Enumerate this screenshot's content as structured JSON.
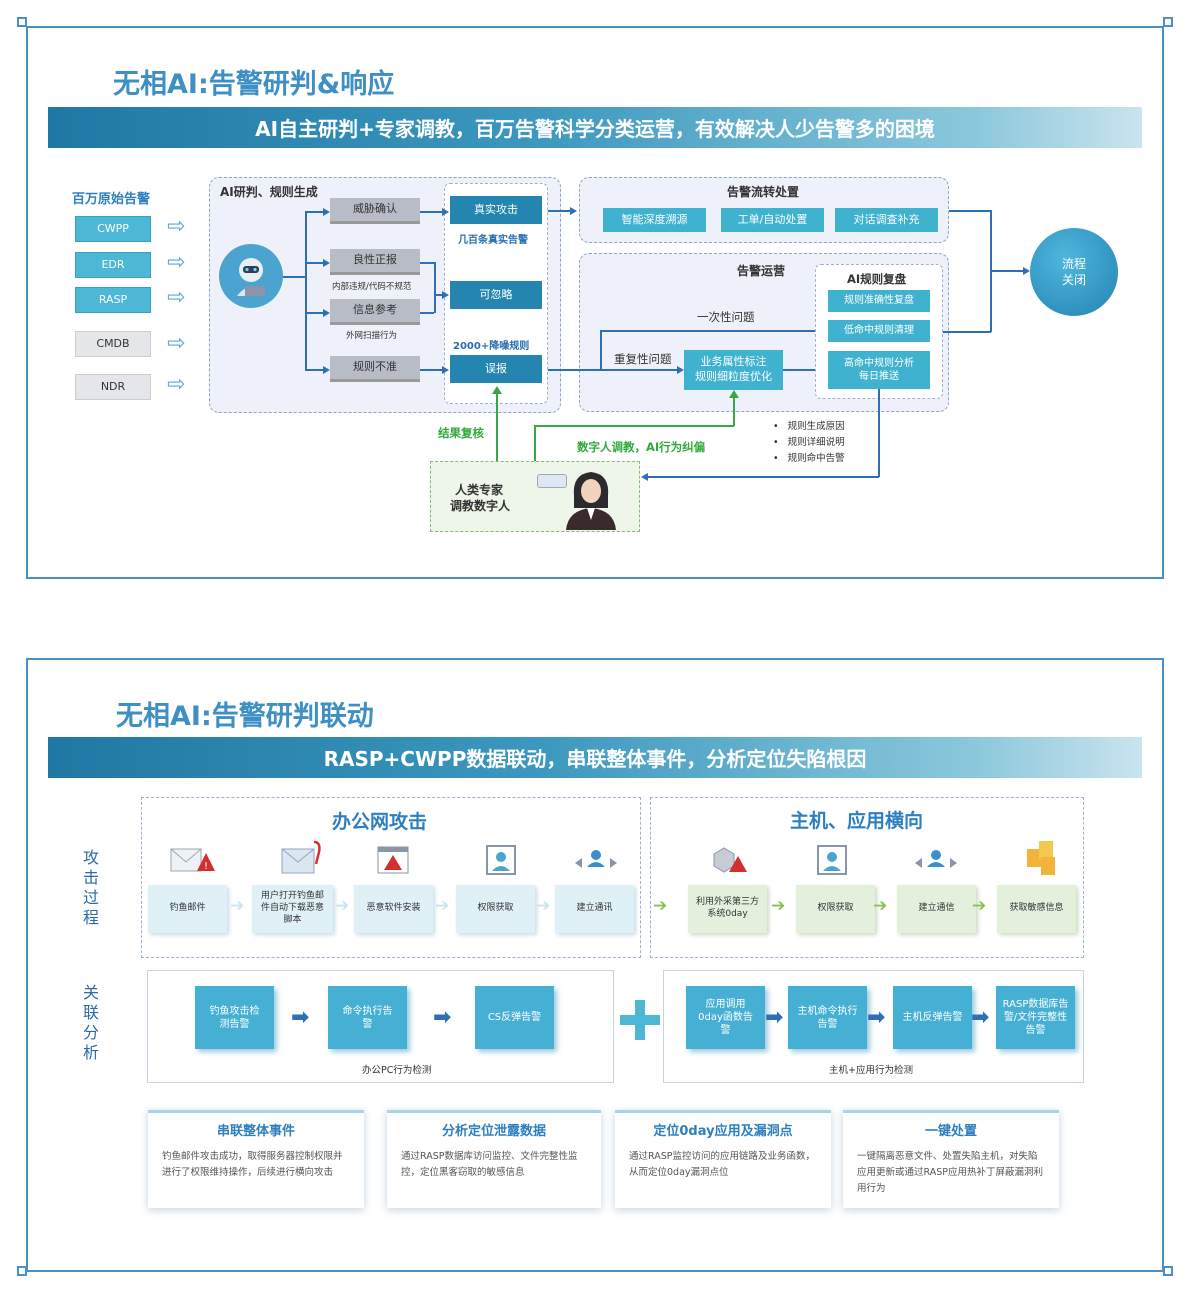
{
  "slide1": {
    "title": "无相AI:告警研判&响应",
    "banner": "AI自主研判+专家调教，百万告警科学分类运营，有效解决人少告警多的困境",
    "sources_label": "百万原始告警",
    "sources": [
      "CWPP",
      "EDR",
      "RASP",
      "CMDB",
      "NDR"
    ],
    "ai_box_title": "AI研判、规则生成",
    "judge": {
      "threat_confirm": "威胁确认",
      "benign_positive": "良性正报",
      "benign_note": "内部违规/代码不规范",
      "info_ref": "信息参考",
      "info_note": "外网扫描行为",
      "rule_inaccurate": "规则不准"
    },
    "results": {
      "real_attack": "真实攻击",
      "real_count": "几百条真实告警",
      "ignorable": "可忽略",
      "rules_note": "2000+降噪规则",
      "false_report": "误报"
    },
    "flow_box": {
      "title": "告警流转处置",
      "items": [
        "智能深度溯源",
        "工单/自动处置",
        "对话调查补充"
      ]
    },
    "ops_box": {
      "title": "告警运营",
      "one_time": "一次性问题",
      "repeat": "重复性问题",
      "biz_tag": "业务属性标注",
      "rule_opt": "规则细粒度优化"
    },
    "review_box": {
      "title": "AI规则复盘",
      "items": [
        "规则准确性复盘",
        "低命中规则清理",
        "高命中规则分析",
        "每日推送"
      ]
    },
    "closed": [
      "流程",
      "关闭"
    ],
    "bullets": [
      "规则生成原因",
      "规则详细说明",
      "规则命中告警"
    ],
    "result_review": "结果复核",
    "digital_tune": "数字人调教，AI行为纠偏",
    "expert": [
      "人类专家",
      "调教数字人"
    ]
  },
  "slide2": {
    "title": "无相AI:告警研判联动",
    "banner": "RASP+CWPP数据联动，串联整体事件，分析定位失陷根因",
    "row_label_1": "攻击过程",
    "row_label_2": "关联分析",
    "office_title": "办公网攻击",
    "host_title": "主机、应用横向",
    "office_steps": [
      "钓鱼邮件",
      "用户打开钓鱼邮件自动下载恶意脚本",
      "恶意软件安装",
      "权限获取",
      "建立通讯"
    ],
    "host_steps": [
      "利用外采第三方系统0day",
      "权限获取",
      "建立通信",
      "获取敏感信息"
    ],
    "office_alerts": [
      "钓鱼攻击检测告警",
      "命令执行告警",
      "CS反弹告警"
    ],
    "office_caption": "办公PC行为检测",
    "host_alerts": [
      "应用调用0day函数告警",
      "主机命令执行告警",
      "主机反弹告警",
      "RASP数据库告警/文件完整性告警"
    ],
    "host_caption": "主机+应用行为检测",
    "cards": [
      {
        "title": "串联整体事件",
        "body": "钓鱼邮件攻击成功，取得服务器控制权限并进行了权限维持操作，后续进行横向攻击"
      },
      {
        "title": "分析定位泄露数据",
        "body": "通过RASP数据库访问监控、文件完整性监控，定位黑客窃取的敏感信息"
      },
      {
        "title": "定位0day应用及漏洞点",
        "body": "通过RASP监控访问的应用链路及业务函数，从而定位0day漏洞点位"
      },
      {
        "title": "一键处置",
        "body": "一键隔离恶意文件、处置失陷主机，对失陷应用更新或通过RASP应用热补丁屏蔽漏洞利用行为"
      }
    ]
  }
}
